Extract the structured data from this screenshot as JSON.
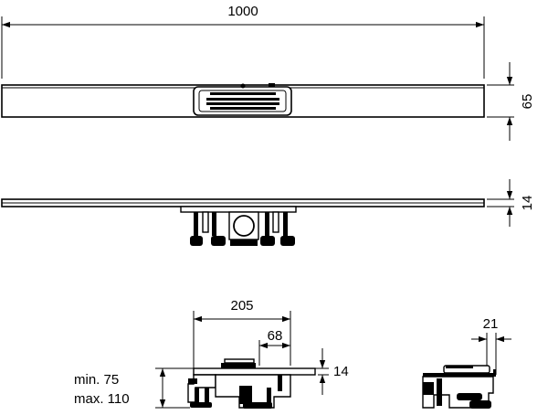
{
  "dimensions": {
    "length": "1000",
    "height": "65",
    "thickness_side": "14",
    "width": "205",
    "outlet_offset": "68",
    "thickness_section": "14",
    "min_height": "min. 75",
    "max_height": "max. 110",
    "flange": "21"
  }
}
